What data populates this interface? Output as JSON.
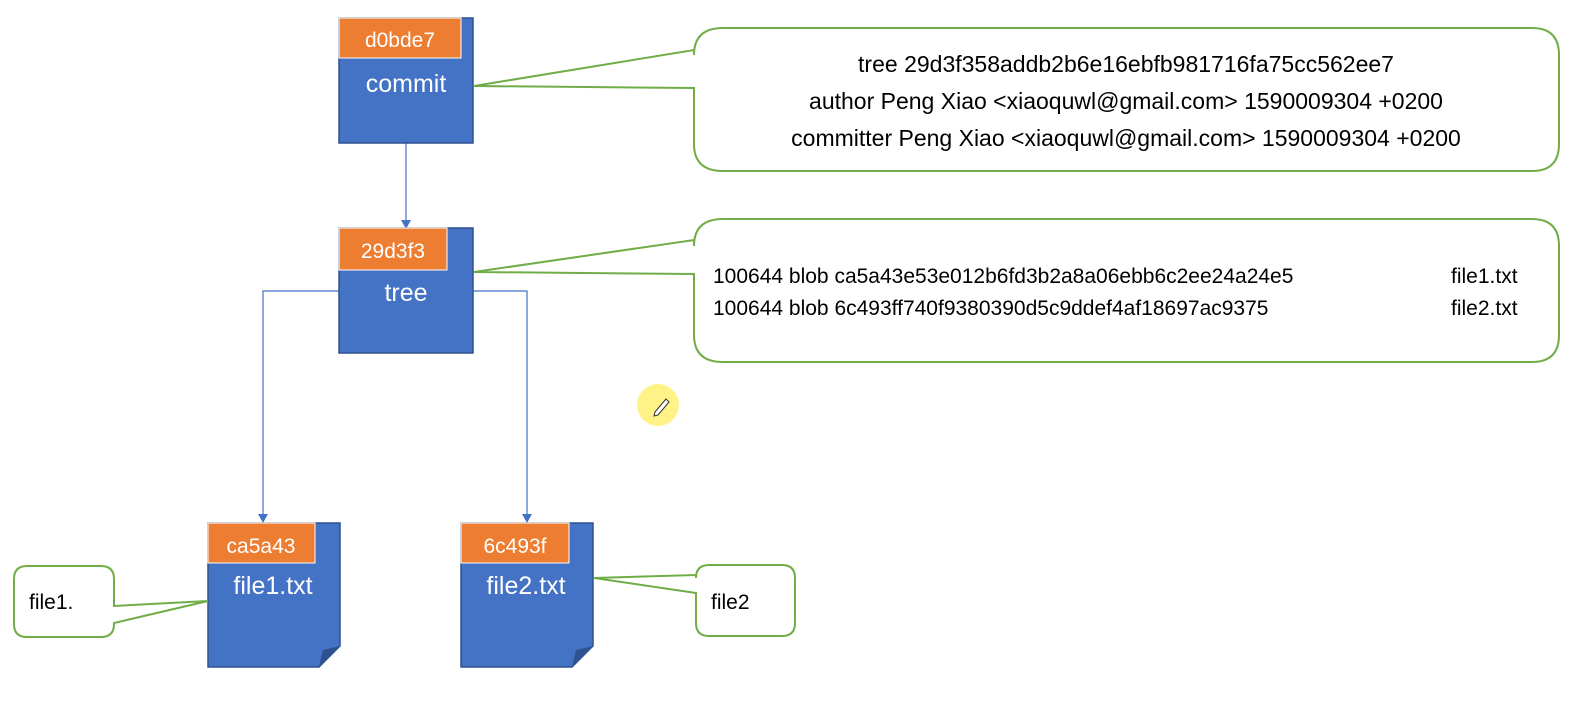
{
  "colors": {
    "node_fill": "#4472C4",
    "hash_tab": "#ED7D31",
    "callout_border": "#70AD47",
    "edge": "#4472C4",
    "cursor_highlight": "#FFF27A"
  },
  "nodes": {
    "commit": {
      "hash": "d0bde7",
      "label": "commit"
    },
    "tree": {
      "hash": "29d3f3",
      "label": "tree"
    },
    "blob1": {
      "hash": "ca5a43",
      "label": "file1.txt"
    },
    "blob2": {
      "hash": "6c493f",
      "label": "file2.txt"
    }
  },
  "callouts": {
    "commit": {
      "lines": [
        "tree 29d3f358addb2b6e16ebfb981716fa75cc562ee7",
        "author Peng Xiao <xiaoquwl@gmail.com> 1590009304 +0200",
        "committer Peng Xiao <xiaoquwl@gmail.com> 1590009304 +0200"
      ]
    },
    "tree": {
      "entries": [
        {
          "mode_type_hash": "100644 blob ca5a43e53e012b6fd3b2a8a06ebb6c2ee24a24e5",
          "name": "file1.txt"
        },
        {
          "mode_type_hash": "100644 blob 6c493ff740f9380390d5c9ddef4af18697ac9375",
          "name": "file2.txt"
        }
      ]
    },
    "blob1": {
      "text": "file1."
    },
    "blob2": {
      "text": "file2"
    }
  },
  "cursor": {
    "icon": "pencil-cursor-icon"
  }
}
